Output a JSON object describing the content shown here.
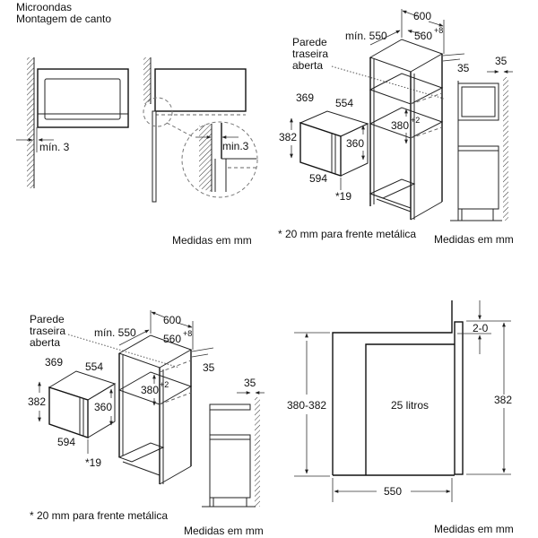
{
  "panel_top_left": {
    "title_line1": "Microondas",
    "title_line2": "Montagem de canto",
    "min_gap_label": "mín. 3",
    "detail_min_gap_label": "min.3",
    "units_note": "Medidas em mm"
  },
  "panel_top_right": {
    "rear_wall_line1": "Parede",
    "rear_wall_line2": "traseira",
    "rear_wall_line3": "aberta",
    "cabinet_width": "600",
    "cabinet_min_depth": "mín. 550",
    "niche_width": "560",
    "niche_width_tol": "+8",
    "front_offset": "35",
    "side_offset": "35",
    "appliance_depth": "369",
    "appliance_width_top": "554",
    "appliance_height": "382",
    "appliance_inner_height": "360",
    "appliance_front_width": "594",
    "front_thickness": "*19",
    "niche_height": "380",
    "niche_height_tol": "+2",
    "footnote": "* 20 mm para frente metálica",
    "units_note": "Medidas em mm"
  },
  "panel_bottom_left": {
    "rear_wall_line1": "Parede",
    "rear_wall_line2": "traseira",
    "rear_wall_line3": "aberta",
    "cabinet_width": "600",
    "cabinet_min_depth": "mín. 550",
    "niche_width": "560",
    "niche_width_tol": "+8",
    "front_offset": "35",
    "side_offset": "35",
    "appliance_depth": "369",
    "appliance_width_top": "554",
    "appliance_height": "382",
    "appliance_inner_height": "360",
    "appliance_front_width": "594",
    "front_thickness": "*19",
    "niche_height": "380",
    "niche_height_tol": "+2",
    "footnote": "* 20 mm para frente metálica",
    "units_note": "Medidas em mm"
  },
  "panel_bottom_right": {
    "niche_height_range": "380-382",
    "capacity": "25 litros",
    "front_gap": "2-0",
    "front_height": "382",
    "depth": "550",
    "units_note": "Medidas em mm"
  }
}
